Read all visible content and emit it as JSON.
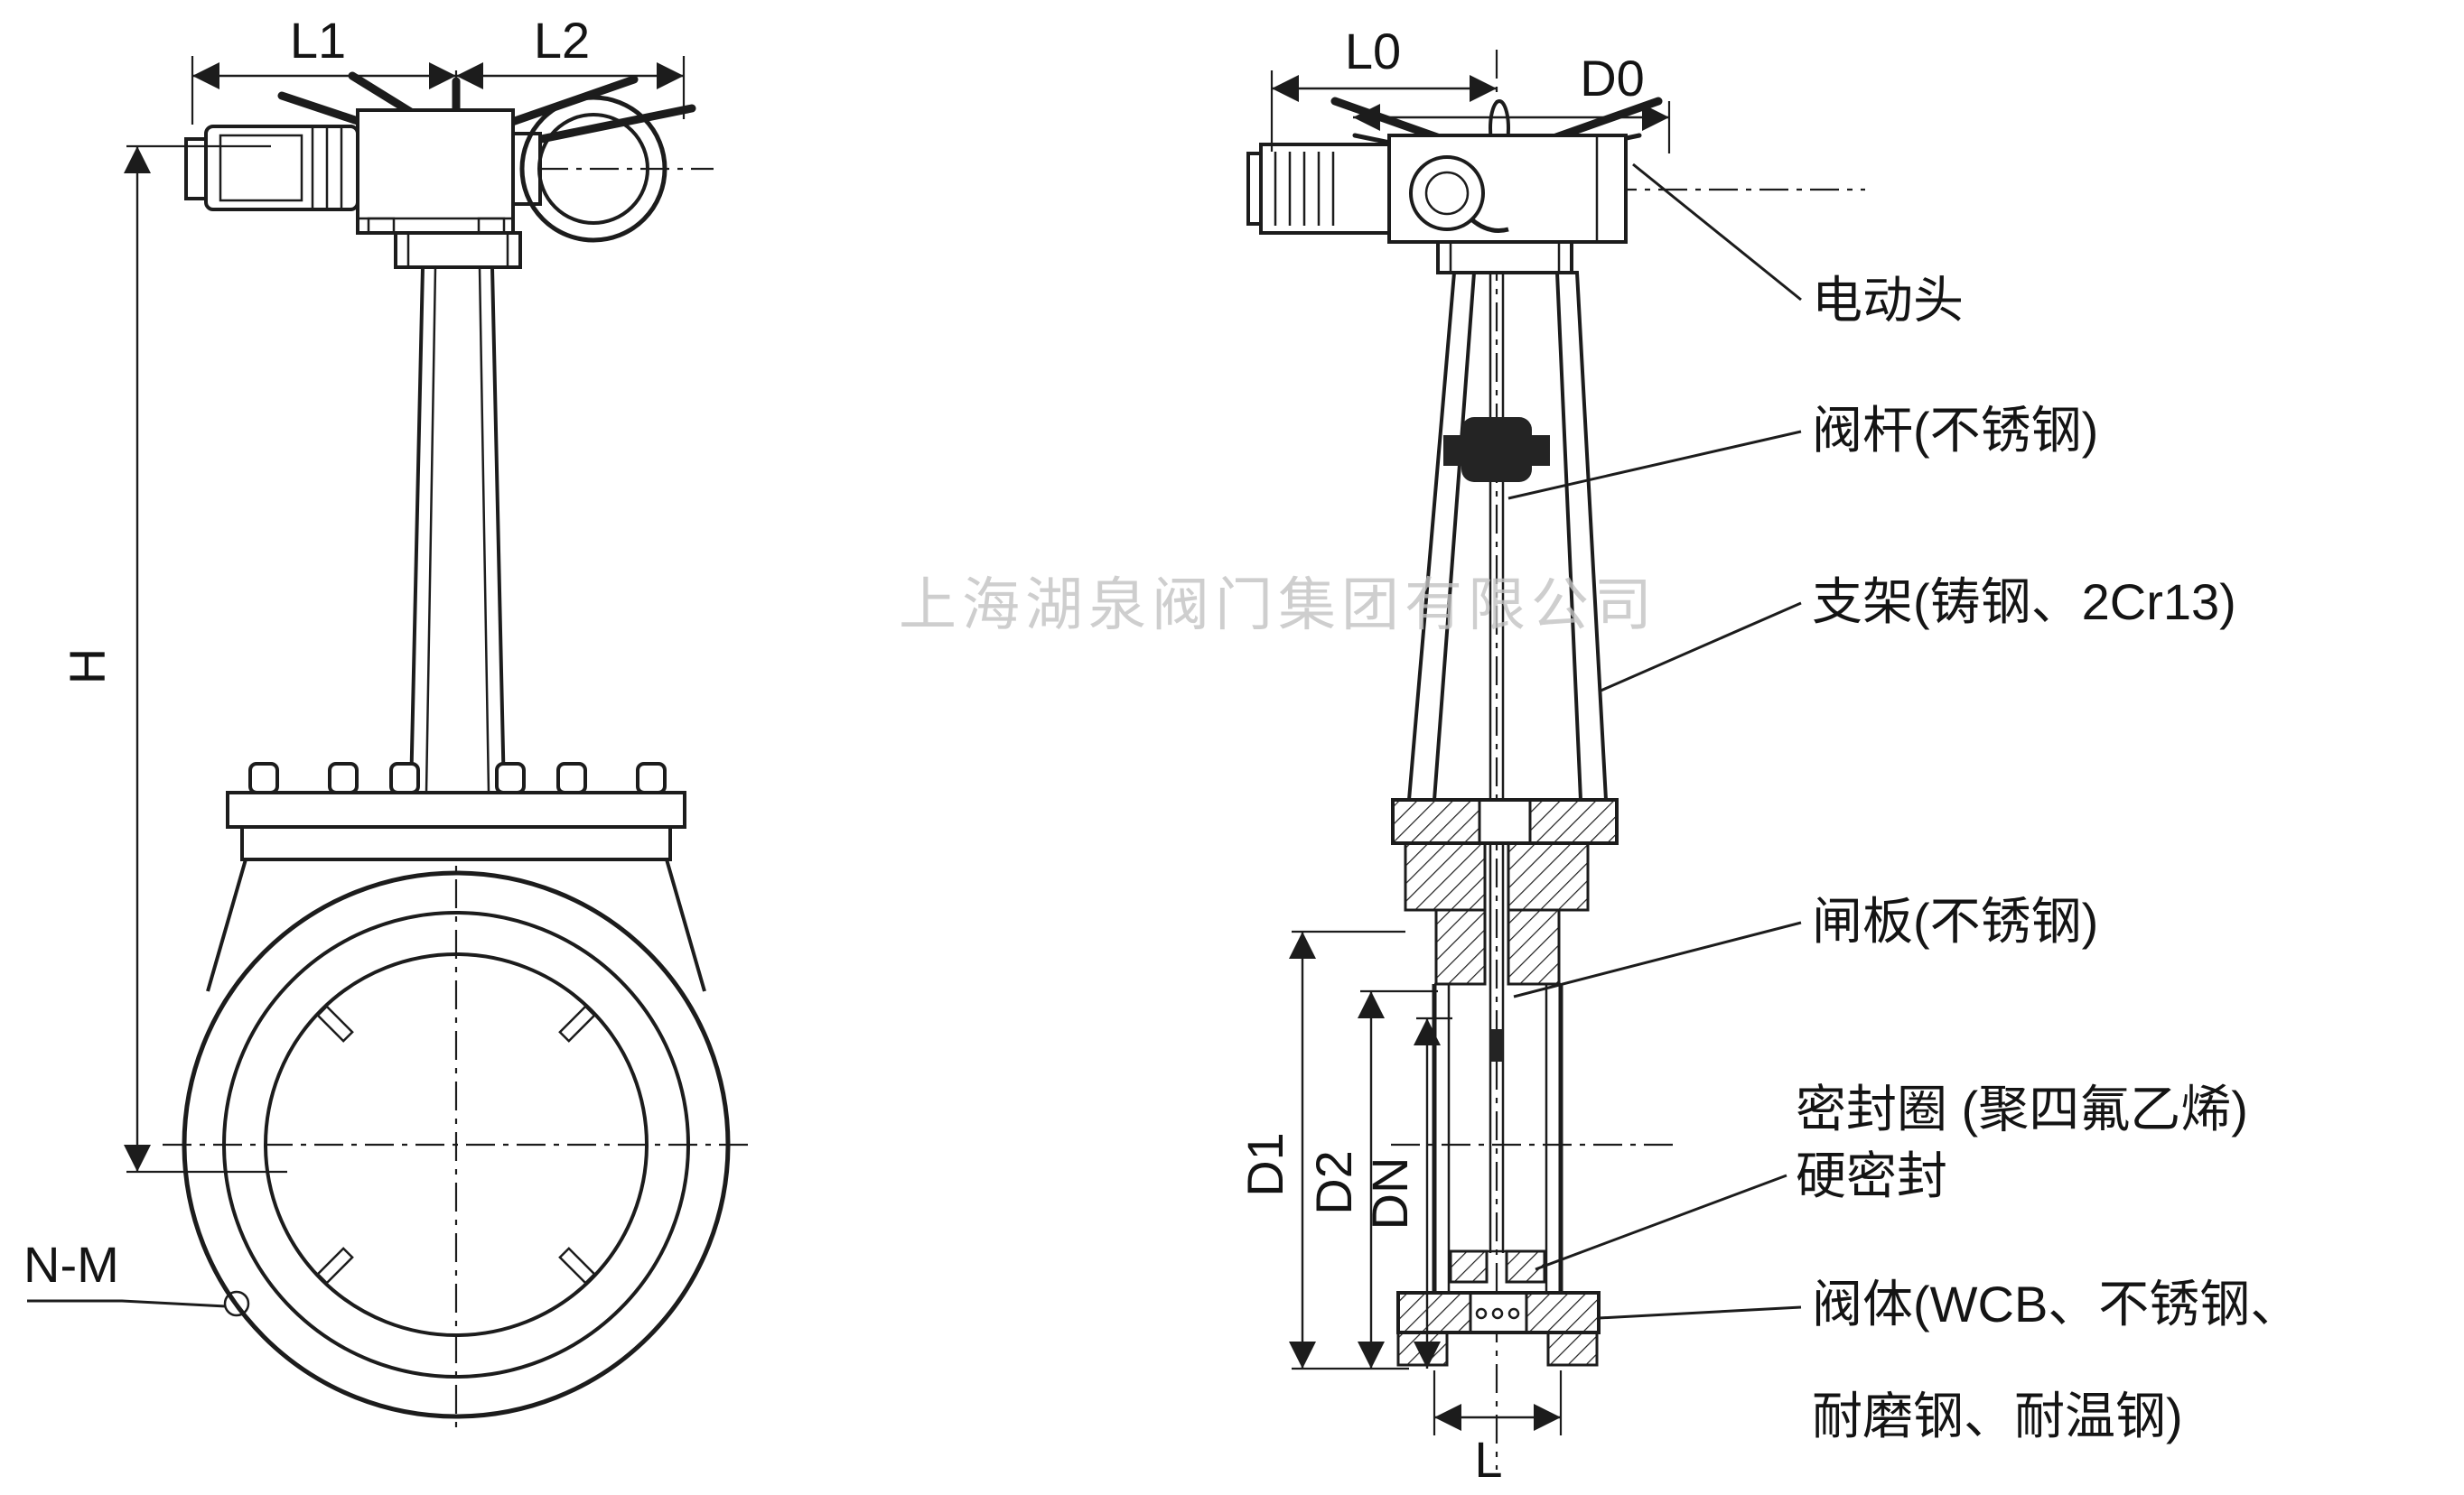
{
  "watermark": "上海湖泉阀门集团有限公司",
  "front_view": {
    "dim_l1": "L1",
    "dim_l2": "L2",
    "dim_h": "H",
    "dim_nm": "N-M"
  },
  "side_view": {
    "dim_l0": "L0",
    "dim_d0": "D0",
    "dim_d1": "D1",
    "dim_d2": "D2",
    "dim_dn": "DN",
    "dim_l": "L"
  },
  "callouts": {
    "actuator": "电动头",
    "stem": "阀杆(不锈钢)",
    "bracket": "支架(铸钢、2Cr13)",
    "gate": "闸板(不锈钢)",
    "seal_line1": "密封圈 (聚四氟乙烯)",
    "seal_line2": "硬密封",
    "body_line1": "阀体(WCB、不锈钢、",
    "body_line2": "耐磨钢、耐温钢)"
  },
  "colors": {
    "line": "#1c1c1c",
    "background": "#ffffff",
    "watermark": "#c3c3c3"
  }
}
